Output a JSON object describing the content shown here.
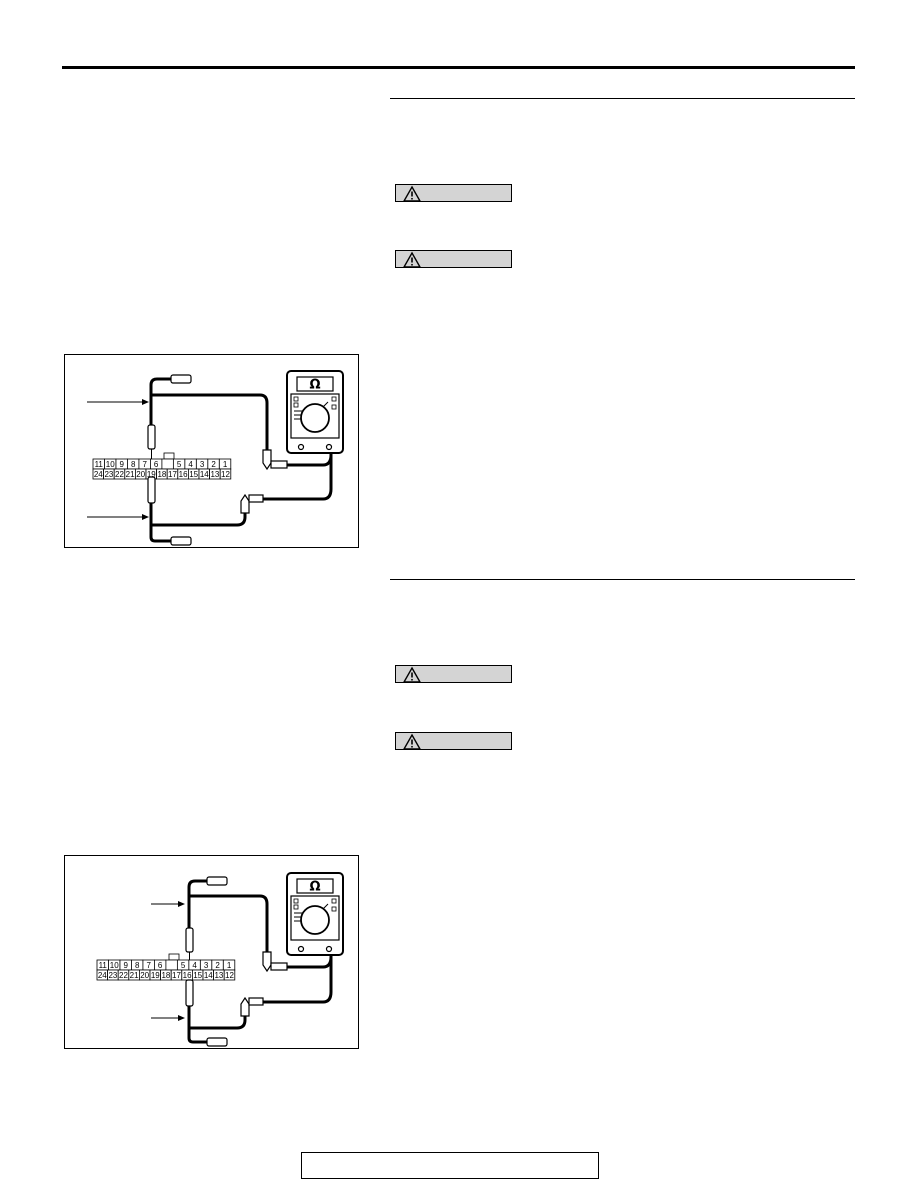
{
  "page": {
    "sections": [
      {
        "cautions": [
          {
            "icon": "warning-triangle-icon"
          },
          {
            "icon": "warning-triangle-icon"
          }
        ],
        "figure": {
          "meter_symbol": "Ω",
          "connector_top_row": [
            "11",
            "10",
            "9",
            "8",
            "7",
            "6",
            "",
            "5",
            "4",
            "3",
            "2",
            "1"
          ],
          "connector_bottom_row": [
            "24",
            "23",
            "22",
            "21",
            "20",
            "19",
            "18",
            "17",
            "16",
            "15",
            "14",
            "13",
            "12"
          ]
        }
      },
      {
        "cautions": [
          {
            "icon": "warning-triangle-icon"
          },
          {
            "icon": "warning-triangle-icon"
          }
        ],
        "figure": {
          "meter_symbol": "Ω",
          "connector_top_row": [
            "11",
            "10",
            "9",
            "8",
            "7",
            "6",
            "",
            "5",
            "4",
            "3",
            "2",
            "1"
          ],
          "connector_bottom_row": [
            "24",
            "23",
            "22",
            "21",
            "20",
            "19",
            "18",
            "17",
            "16",
            "15",
            "14",
            "13",
            "12"
          ]
        }
      }
    ]
  }
}
